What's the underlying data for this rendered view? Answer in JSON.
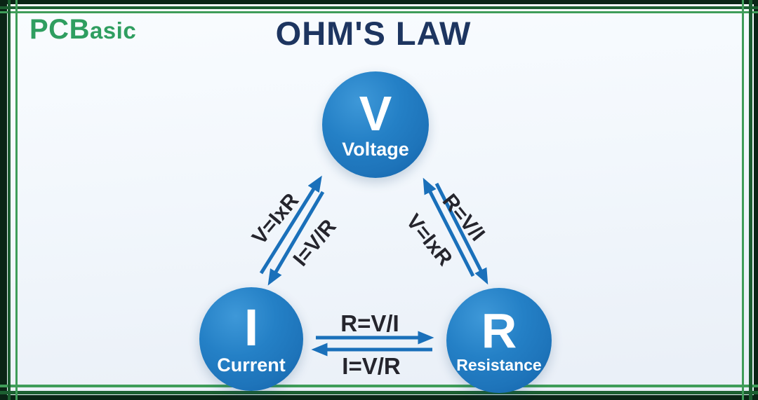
{
  "brand": {
    "name": "PCBasic",
    "bold_part": "PCB",
    "rest_part": "asic"
  },
  "title": "OHM'S LAW",
  "nodes": {
    "voltage": {
      "symbol": "V",
      "label": "Voltage"
    },
    "current": {
      "symbol": "I",
      "label": "Current"
    },
    "resistance": {
      "symbol": "R",
      "label": "Resistance"
    }
  },
  "edges": {
    "voltage_current": {
      "outer_label": "V=IxR",
      "inner_label": "I=V/R"
    },
    "voltage_resistance": {
      "outer_label": "R=V/I",
      "inner_label": "V=IxR"
    },
    "current_resistance": {
      "top_label": "R=V/I",
      "bottom_label": "I=V/R"
    }
  },
  "colors": {
    "brand_green": "#2f9e60",
    "frame_light_green": "#3f9d59",
    "frame_dark_green": "#1c5f31",
    "outer_band_green": "#0a2415",
    "title_navy": "#1d3560",
    "circle_blue": "#1e74ba",
    "circle_blue_light": "#3e98d8",
    "circle_blue_dark": "#1160a8",
    "arrow_blue": "#1a70ba",
    "formula_ink": "#25252d",
    "background_tint": "#eef3fa"
  }
}
